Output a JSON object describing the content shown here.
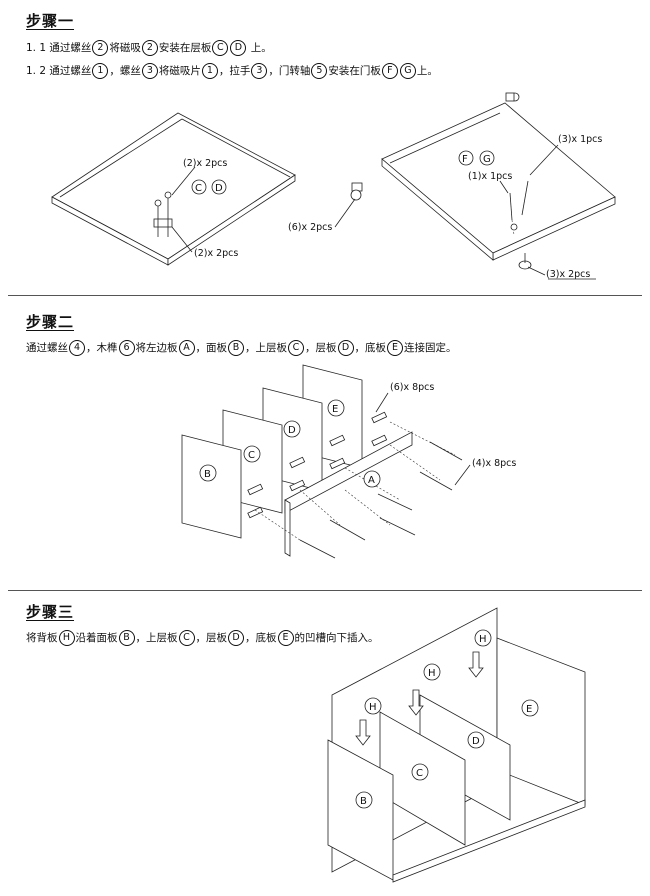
{
  "step1": {
    "title": "步骤一",
    "line1": {
      "prefix": "1. 1  通过螺丝",
      "n1": "2",
      "mid1": "将磁吸",
      "n2": "2",
      "mid2": "安装在层板",
      "b1": "C",
      "b2": "D",
      "suffix": " 上。"
    },
    "line2": {
      "prefix": "1. 2  通过螺丝",
      "n1": "1",
      "m1": "，螺丝",
      "n2": "3",
      "m2": "将磁吸片",
      "n3": "1",
      "m3": "，拉手",
      "n4": "3",
      "m4": "，门转轴",
      "n5": "5",
      "m5": "安装在门板",
      "b1": "F",
      "b2": "G",
      "suffix": "上。"
    },
    "labels": {
      "l_2x2pcs_a": "(2)x 2pcs",
      "l_2x2pcs_b": "(2)x 2pcs",
      "c": "C",
      "d": "D",
      "l_6x2pcs": "(6)x 2pcs",
      "f": "F",
      "g": "G",
      "l_1x1pcs": "(1)x 1pcs",
      "l_3x1pcs": "(3)x 1pcs",
      "l_3x2pcs": "(3)x 2pcs"
    }
  },
  "step2": {
    "title": "步骤二",
    "line": {
      "prefix": "通过螺丝",
      "n1": "4",
      "m1": "，木榫",
      "n2": "6",
      "m2": "将左边板",
      "a": "A",
      "m3": "，面板",
      "b": "B",
      "m4": "，上层板",
      "c": "C",
      "m5": "，层板",
      "d": "D",
      "m6": "，底板",
      "e": "E",
      "suffix": "连接固定。"
    },
    "labels": {
      "l_6x8pcs": "(6)x 8pcs",
      "l_4x8pcs": "(4)x 8pcs",
      "a": "A",
      "b": "B",
      "c": "C",
      "d": "D",
      "e": "E"
    }
  },
  "step3": {
    "title": "步骤三",
    "line": {
      "prefix": "将背板",
      "h": "H",
      "m1": "沿着面板",
      "b": "B",
      "m2": "，上层板",
      "c": "C",
      "m3": "，层板",
      "d": "D",
      "m4": "，底板",
      "e": "E",
      "suffix": "的凹槽向下插入。"
    },
    "labels": {
      "h": "H",
      "b": "B",
      "c": "C",
      "d": "D",
      "e": "E"
    }
  }
}
